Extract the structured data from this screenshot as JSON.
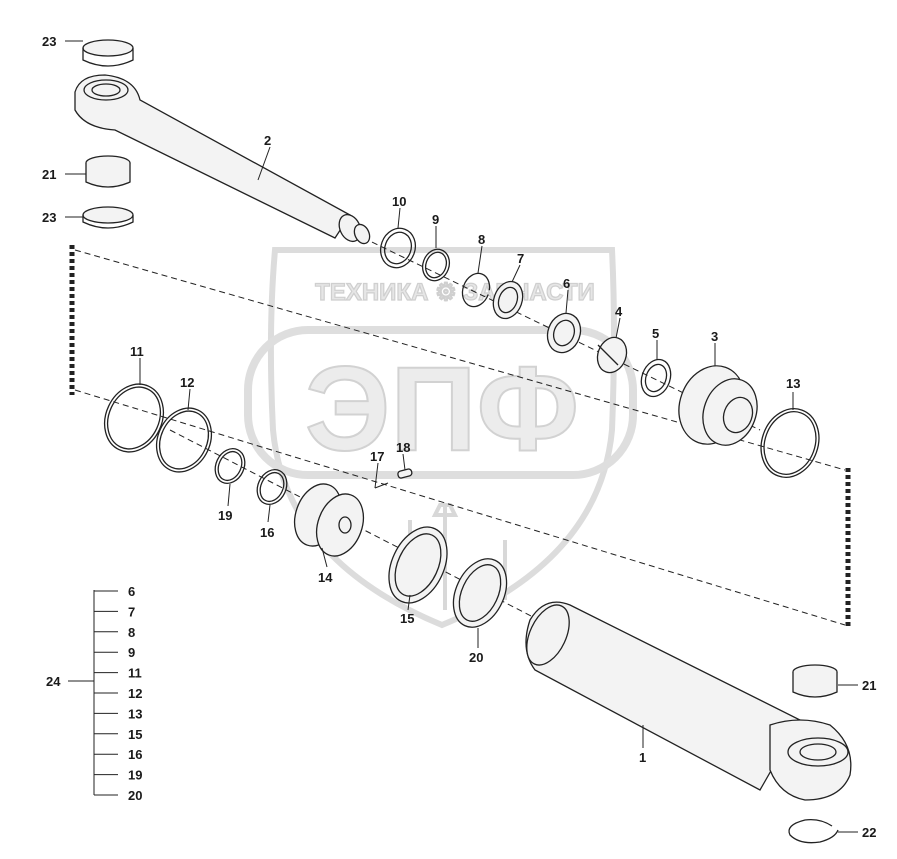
{
  "watermark": {
    "brand_line": "ТЕХНИКА ⚙ ЗАПЧАСТИ",
    "logo_text": "ЭПФ"
  },
  "callouts": {
    "c1": "1",
    "c2": "2",
    "c3": "3",
    "c4": "4",
    "c5": "5",
    "c6": "6",
    "c7": "7",
    "c8": "8",
    "c9": "9",
    "c10": "10",
    "c11": "11",
    "c12": "12",
    "c13": "13",
    "c14": "14",
    "c15": "15",
    "c16": "16",
    "c17": "17",
    "c18": "18",
    "c19": "19",
    "c20": "20",
    "c21a": "21",
    "c21b": "21",
    "c22": "22",
    "c23a": "23",
    "c23b": "23"
  },
  "kit": {
    "label": "24",
    "items": [
      "6",
      "7",
      "8",
      "9",
      "11",
      "12",
      "13",
      "15",
      "16",
      "19",
      "20"
    ]
  }
}
